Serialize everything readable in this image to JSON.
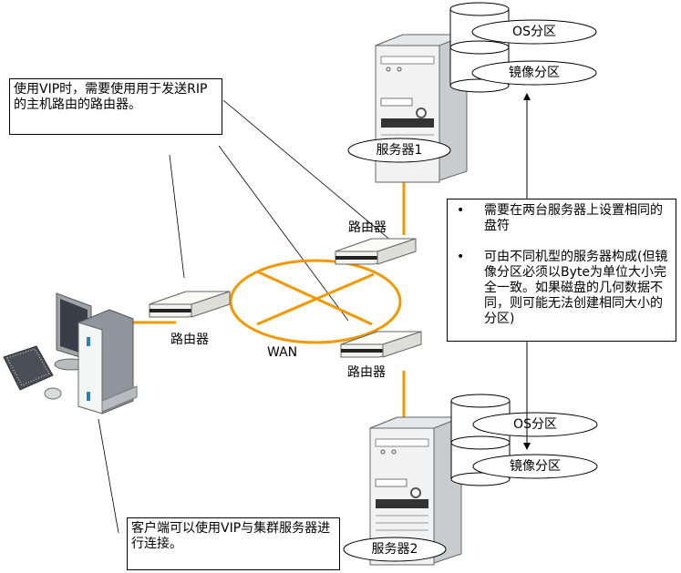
{
  "callouts": {
    "router_note": "使用VIP时，需要使用用于发送RIP的主机路由的路由器。",
    "client_note": "客户端可以使用VIP与集群服务器进行连接。",
    "server_notes": [
      "需要在两台服务器上设置相同的盘符",
      "可由不同机型的服务器构成(但镜像分区必须以Byte为单位大小完全一致。如果磁盘的几何数据不同，则可能无法创建相同大小的分区)"
    ],
    "bullet_glyph": "•"
  },
  "servers": [
    {
      "label": "服务器1",
      "partitions": [
        "OS分区",
        "镜像分区"
      ]
    },
    {
      "label": "服务器2",
      "partitions": [
        "OS分区",
        "镜像分区"
      ]
    }
  ],
  "routers": {
    "top_right": "路由器",
    "left": "路由器",
    "bottom_right": "路由器"
  },
  "network": {
    "wan_label": "WAN"
  },
  "colors": {
    "link": "#F39800",
    "outline": "#000000",
    "device_body": "#F2F2EE",
    "server_side": "#C9CCCF"
  }
}
